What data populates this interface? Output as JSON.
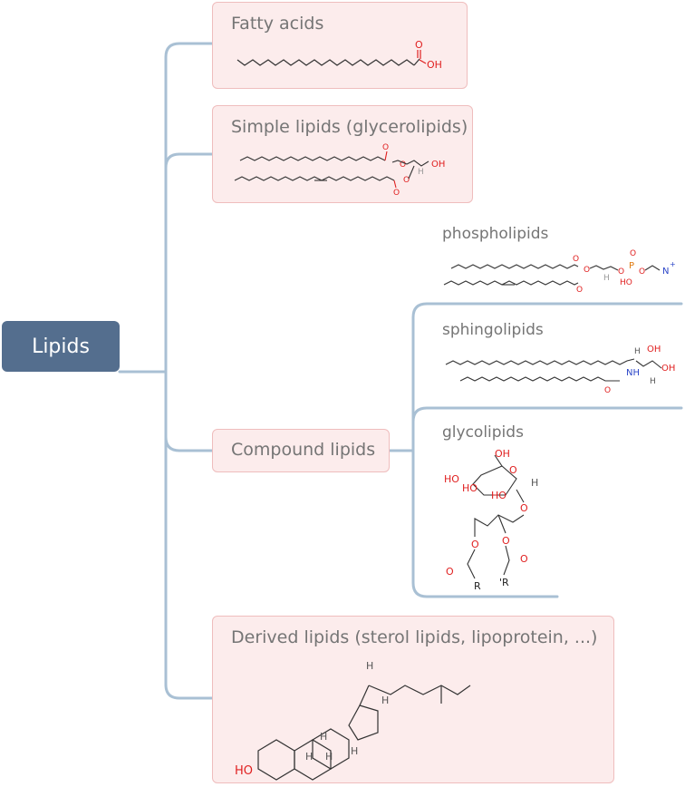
{
  "root": {
    "label": "Lipids"
  },
  "categories": {
    "fatty_acids": {
      "label": "Fatty acids",
      "molecule": {
        "acid_o": "O",
        "acid_oh": "OH"
      }
    },
    "simple_lipids": {
      "label": "Simple lipids (glycerolipids)",
      "molecule": {
        "o1": "O",
        "o2": "O",
        "o3": "O",
        "o4": "O",
        "oh": "OH",
        "h": "H"
      }
    },
    "compound_lipids": {
      "label": "Compound lipids",
      "children": {
        "phospholipids": {
          "label": "phospholipids",
          "molecule": {
            "o_a": "O",
            "o_b": "O",
            "o_c": "O",
            "o_d": "O",
            "p": "P",
            "p_o": "O",
            "p_ho": "HO",
            "o_link": "O",
            "n_plus": "N",
            "plus": "+",
            "h": "H"
          }
        },
        "sphingolipids": {
          "label": "sphingolipids",
          "molecule": {
            "oh1": "OH",
            "oh2": "OH",
            "h1": "H",
            "h2": "H",
            "nh": "NH",
            "o": "O"
          }
        },
        "glycolipids": {
          "label": "glycolipids",
          "molecule": {
            "oh_top": "OH",
            "ho_left": "HO",
            "ho_mid": "HO",
            "ho_low": "HO",
            "o_ring": "O",
            "h_anomeric": "H",
            "o_glyc": "O",
            "o_ester1": "O",
            "o_ester2": "O",
            "o_carb1": "O",
            "o_carb2": "O",
            "r1": "R",
            "r2": "'R"
          }
        }
      }
    },
    "derived_lipids": {
      "label": "Derived lipids (sterol lipids, lipoprotein, ...)",
      "molecule": {
        "ho": "HO",
        "h_side": "H",
        "h_c17": "H",
        "h_c14": "H",
        "h_c9": "H",
        "h_c8": "H",
        "h_c5": "H"
      }
    }
  },
  "colors": {
    "root_fill": "#546e8e",
    "box_fill": "#fcecec",
    "box_border": "#efbdbd",
    "connector": "#a9c0d4",
    "oxygen": "#e02020",
    "nitrogen": "#2b45c8",
    "phosphorus": "#e07a10"
  }
}
